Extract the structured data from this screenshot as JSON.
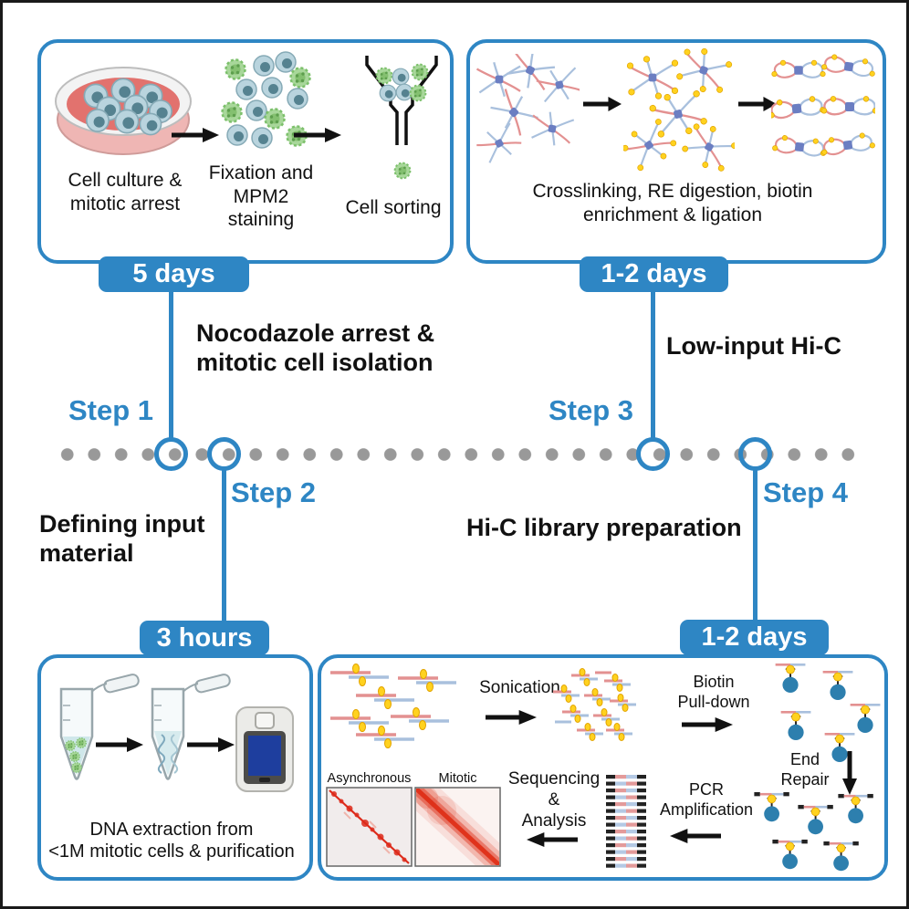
{
  "colors": {
    "accent": "#2e86c4",
    "dot": "#999999",
    "ink": "#111111"
  },
  "steps": {
    "s1": {
      "label": "Step 1",
      "badge": "5 days",
      "task": "Nocodazole arrest &\nmitotic cell isolation"
    },
    "s2": {
      "label": "Step 2",
      "badge": "3 hours",
      "task": "Defining input\nmaterial"
    },
    "s3": {
      "label": "Step 3",
      "badge": "1-2 days",
      "task": "Low-input Hi-C"
    },
    "s4": {
      "label": "Step 4",
      "badge": "1-2 days",
      "task": "Hi-C library preparation"
    }
  },
  "box_culture": {
    "caption_dish": "Cell culture &\nmitotic arrest",
    "caption_fix": "Fixation and\nMPM2\nstaining",
    "caption_sort": "Cell sorting"
  },
  "box_crosslink": {
    "caption": "Crosslinking, RE digestion, biotin\nenrichment & ligation"
  },
  "box_dna": {
    "caption": "DNA extraction from\n<1M mitotic cells & purification"
  },
  "box_library": {
    "sonication": "Sonication",
    "biotin_pulldown": "Biotin\nPull-down",
    "end_repair": "End\nRepair",
    "pcr": "PCR\nAmplification",
    "sequencing": "Sequencing\n&\nAnalysis",
    "heatmap_async": "Asynchronous",
    "heatmap_mitotic": "Mitotic"
  }
}
